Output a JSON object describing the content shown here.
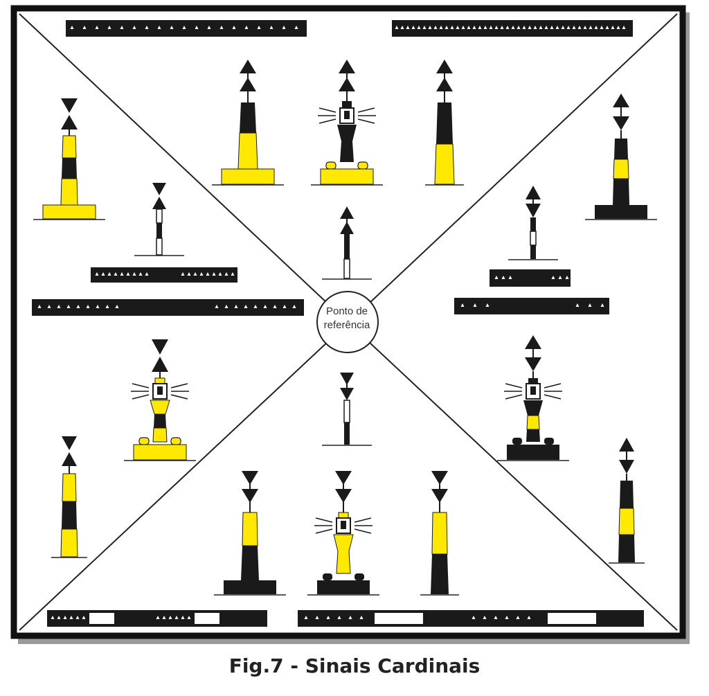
{
  "reference_point": {
    "line1": "Ponto de",
    "line2": "referência"
  },
  "caption": "Fig.7 - Sinais Cardinais",
  "colors": {
    "yellow": "#ffe900",
    "black": "#1a1a1a",
    "frame": "#111111",
    "shadow": "#9a9a9a"
  },
  "sectors": [
    "north",
    "east",
    "south",
    "west"
  ],
  "marks": [
    {
      "sector": "north",
      "kind": "tall-buoy",
      "topmark": "north",
      "pattern": "by"
    },
    {
      "sector": "north",
      "kind": "lighthouse",
      "topmark": "north",
      "pattern": "by"
    },
    {
      "sector": "north",
      "kind": "spar-buoy",
      "topmark": "north",
      "pattern": "by"
    },
    {
      "sector": "north",
      "kind": "beacon",
      "topmark": "north",
      "pattern": "by"
    },
    {
      "sector": "east",
      "kind": "tall-buoy",
      "topmark": "east",
      "pattern": "byb"
    },
    {
      "sector": "east",
      "kind": "beacon",
      "topmark": "east",
      "pattern": "byb"
    },
    {
      "sector": "east",
      "kind": "lighthouse",
      "topmark": "east",
      "pattern": "byb"
    },
    {
      "sector": "east",
      "kind": "spar-buoy",
      "topmark": "east",
      "pattern": "byb"
    },
    {
      "sector": "south",
      "kind": "beacon",
      "topmark": "south",
      "pattern": "yb"
    },
    {
      "sector": "south",
      "kind": "tall-buoy",
      "topmark": "south",
      "pattern": "yb"
    },
    {
      "sector": "south",
      "kind": "lighthouse",
      "topmark": "south",
      "pattern": "yb"
    },
    {
      "sector": "south",
      "kind": "spar-buoy",
      "topmark": "south",
      "pattern": "yb"
    },
    {
      "sector": "west",
      "kind": "tall-buoy",
      "topmark": "west",
      "pattern": "yby"
    },
    {
      "sector": "west",
      "kind": "beacon",
      "topmark": "west",
      "pattern": "yby"
    },
    {
      "sector": "west",
      "kind": "lighthouse",
      "topmark": "west",
      "pattern": "yby"
    },
    {
      "sector": "west",
      "kind": "spar-buoy",
      "topmark": "west",
      "pattern": "yby"
    }
  ],
  "light_rhythms": [
    {
      "sector": "north",
      "rhythm": "quick continuous"
    },
    {
      "sector": "north",
      "rhythm": "very quick continuous"
    },
    {
      "sector": "east",
      "rhythm": "very quick 3 flashes"
    },
    {
      "sector": "east",
      "rhythm": "quick 3 flashes"
    },
    {
      "sector": "west",
      "rhythm": "very quick 9 flashes"
    },
    {
      "sector": "west",
      "rhythm": "quick 9 flashes"
    },
    {
      "sector": "south",
      "rhythm": "very quick 6 flashes + long flash"
    },
    {
      "sector": "south",
      "rhythm": "quick 6 flashes + long flash"
    }
  ]
}
